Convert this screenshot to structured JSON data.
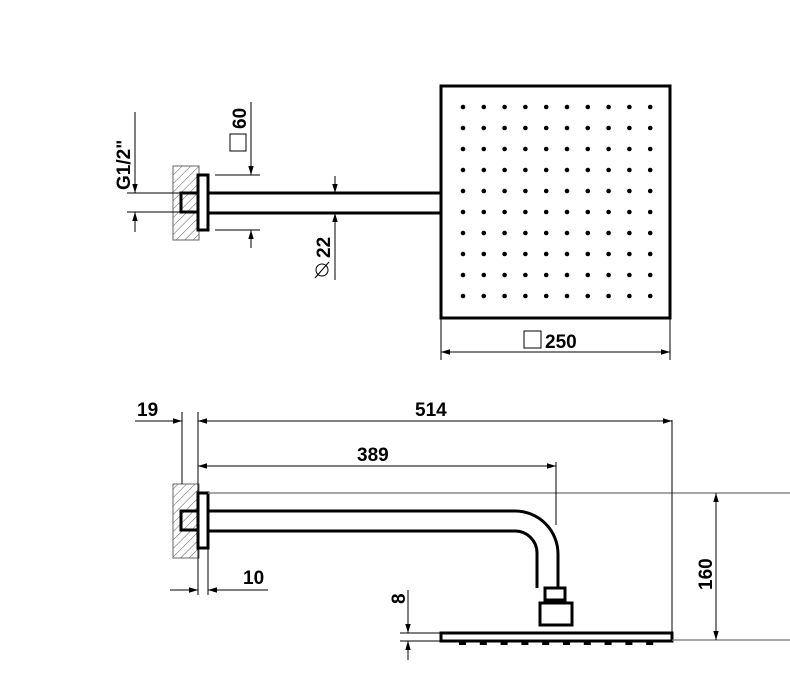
{
  "drawing": {
    "top_view": {
      "thread_label": "G1/2\"",
      "flange_label": "60",
      "pipe_diameter_label": "22",
      "head_size_label": "250",
      "nozzle_rows": 10,
      "nozzle_cols": 10
    },
    "side_view": {
      "wall_offset_label": "19",
      "total_length_label": "514",
      "arm_length_label": "389",
      "flange_thickness_label": "10",
      "head_thickness_label": "8",
      "height_label": "160"
    },
    "line_color": "#000000"
  }
}
